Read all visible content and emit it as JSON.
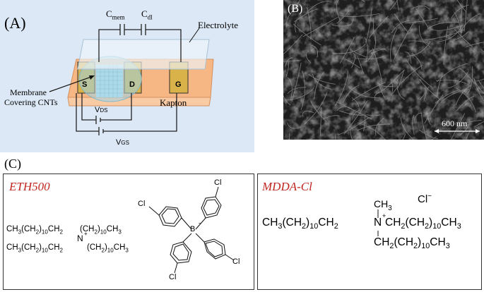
{
  "panel_a": {
    "label": "(A)",
    "c_mem_base": "C",
    "c_mem_sub": "mem",
    "c_dl_base": "C",
    "c_dl_sub": "dl",
    "electrolyte": "Electrolyte",
    "source": "S",
    "drain": "D",
    "gate": "G",
    "membrane_line1": "Membrane",
    "membrane_line2": "Covering CNTs",
    "kapton": "Kapton",
    "vds_base": "V",
    "vds_sub": "DS",
    "vgs_base": "V",
    "vgs_sub": "GS",
    "colors": {
      "background": "#dce8f5",
      "kapton": "#f6b785",
      "electrode": "#d9b34a",
      "membrane": "#9fd4e6"
    }
  },
  "panel_b": {
    "label": "(B)",
    "scalebar": "600 nm"
  },
  "panel_c": {
    "label": "(C)",
    "left": {
      "title": "ETH500",
      "chain_upper_left": "CH3(CH2)10CH2",
      "chain_upper_right": "(CH2)10CH3",
      "chain_lower_left": "CH3(CH2)10CH2",
      "chain_lower_right": "(CH2)10CH3",
      "nitrogen": "N",
      "plus": "+",
      "boron": "B",
      "minus": "-",
      "chloro": "Cl"
    },
    "right": {
      "title": "MDDA-Cl",
      "methyl": "CH3",
      "chloride": "Cl",
      "chloride_charge": "−",
      "main_left": "CH3(CH2)10CH2",
      "nitrogen": "N",
      "plus": "+",
      "main_right": "CH2(CH2)10CH3",
      "lower_chain": "CH2(CH2)10CH3"
    }
  }
}
